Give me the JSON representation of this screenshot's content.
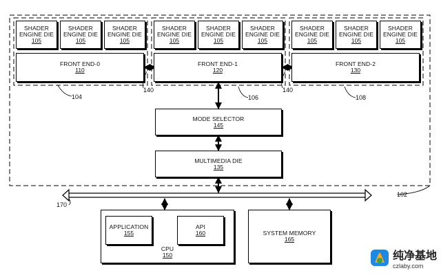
{
  "figure": {
    "shader_die": {
      "label": "SHADER ENGINE DIE",
      "label_line1": "SHADER",
      "label_line2": "ENGINE DIE",
      "number": "105"
    },
    "front_ends": [
      {
        "label": "FRONT END-0",
        "number": "110",
        "group_ref": "104"
      },
      {
        "label": "FRONT END-1",
        "number": "120",
        "group_ref": "106"
      },
      {
        "label": "FRONT END-2",
        "number": "130",
        "group_ref": "108"
      }
    ],
    "link_ref": "140",
    "mode_selector": {
      "label": "MODE SELECTOR",
      "number": "145"
    },
    "multimedia_die": {
      "label": "MULTIMEDIA DIE",
      "number": "135"
    },
    "processor_ref": "102",
    "bus_ref": "170",
    "cpu": {
      "label": "CPU",
      "number": "150"
    },
    "application": {
      "label": "APPLICATION",
      "number": "155"
    },
    "api": {
      "label": "API",
      "number": "160"
    },
    "system_memory": {
      "label": "SYSTEM MEMORY",
      "number": "165"
    }
  },
  "watermark": {
    "title": "纯净基地",
    "url": "czlaby.com",
    "logo_colors": [
      "#1e88e5",
      "#f9a825",
      "#43a047"
    ]
  },
  "colors": {
    "line": "#000000",
    "background": "#ffffff"
  }
}
